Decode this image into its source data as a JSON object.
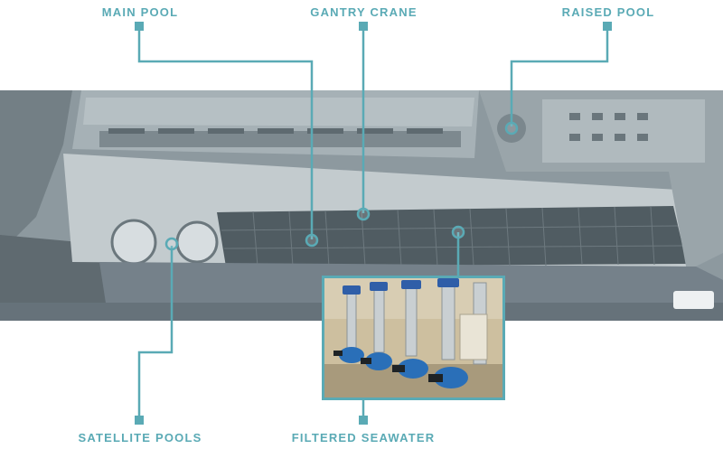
{
  "labels": {
    "main_pool": "MAIN POOL",
    "gantry_crane": "GANTRY CRANE",
    "raised_pool": "RAISED POOL",
    "satellite_pools": "SATELLITE POOLS",
    "filtered_seawater": "FILTERED SEAWATER"
  },
  "colors": {
    "accent": "#5aaab5",
    "photo_base": "#8c989e"
  }
}
